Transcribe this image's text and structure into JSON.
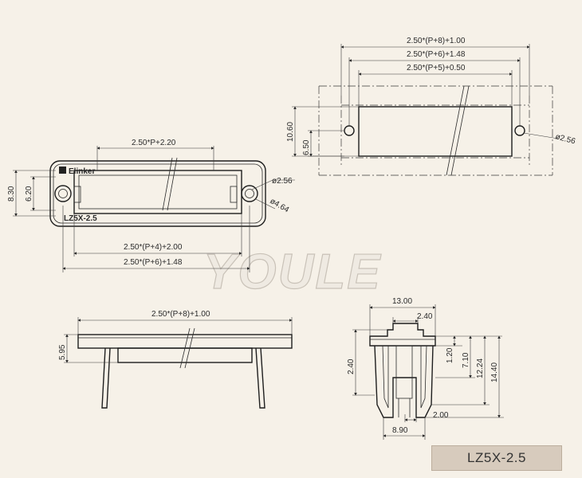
{
  "watermark": "YOULE",
  "model_label": "LZ5X-2.5",
  "front_view": {
    "brand": "Elinker",
    "part_marking": "LZ5X-2.5",
    "dim_top": "2.50*P+2.20",
    "dim_height_outer": "8.30",
    "dim_height_inner": "6.20",
    "dim_hole_small": "ø2.56",
    "dim_hole_large": "ø4.64",
    "dim_bottom_1": "2.50*(P+4)+2.00",
    "dim_bottom_2": "2.50*(P+6)+1.48"
  },
  "panel_cutout": {
    "dim_top_1": "2.50*(P+8)+1.00",
    "dim_top_2": "2.50*(P+6)+1.48",
    "dim_top_3": "2.50*(P+5)+0.50",
    "dim_height_outer": "10.60",
    "dim_height_inner": "6.50",
    "dim_hole": "ø2.56"
  },
  "side_view": {
    "dim_length": "2.50*(P+8)+1.00",
    "dim_height": "5.95"
  },
  "end_view": {
    "dim_width_top": "13.00",
    "dim_slot": "2.40",
    "dim_left_height": "2.40",
    "dim_v1": "1.20",
    "dim_v2": "7.10",
    "dim_v3": "12.24",
    "dim_v4": "14.40",
    "dim_gap": "2.00",
    "dim_width_bottom": "8.90"
  },
  "colors": {
    "background": "#f6f1e8",
    "line": "#2b2b2b",
    "label_box": "#d7cbbd"
  }
}
